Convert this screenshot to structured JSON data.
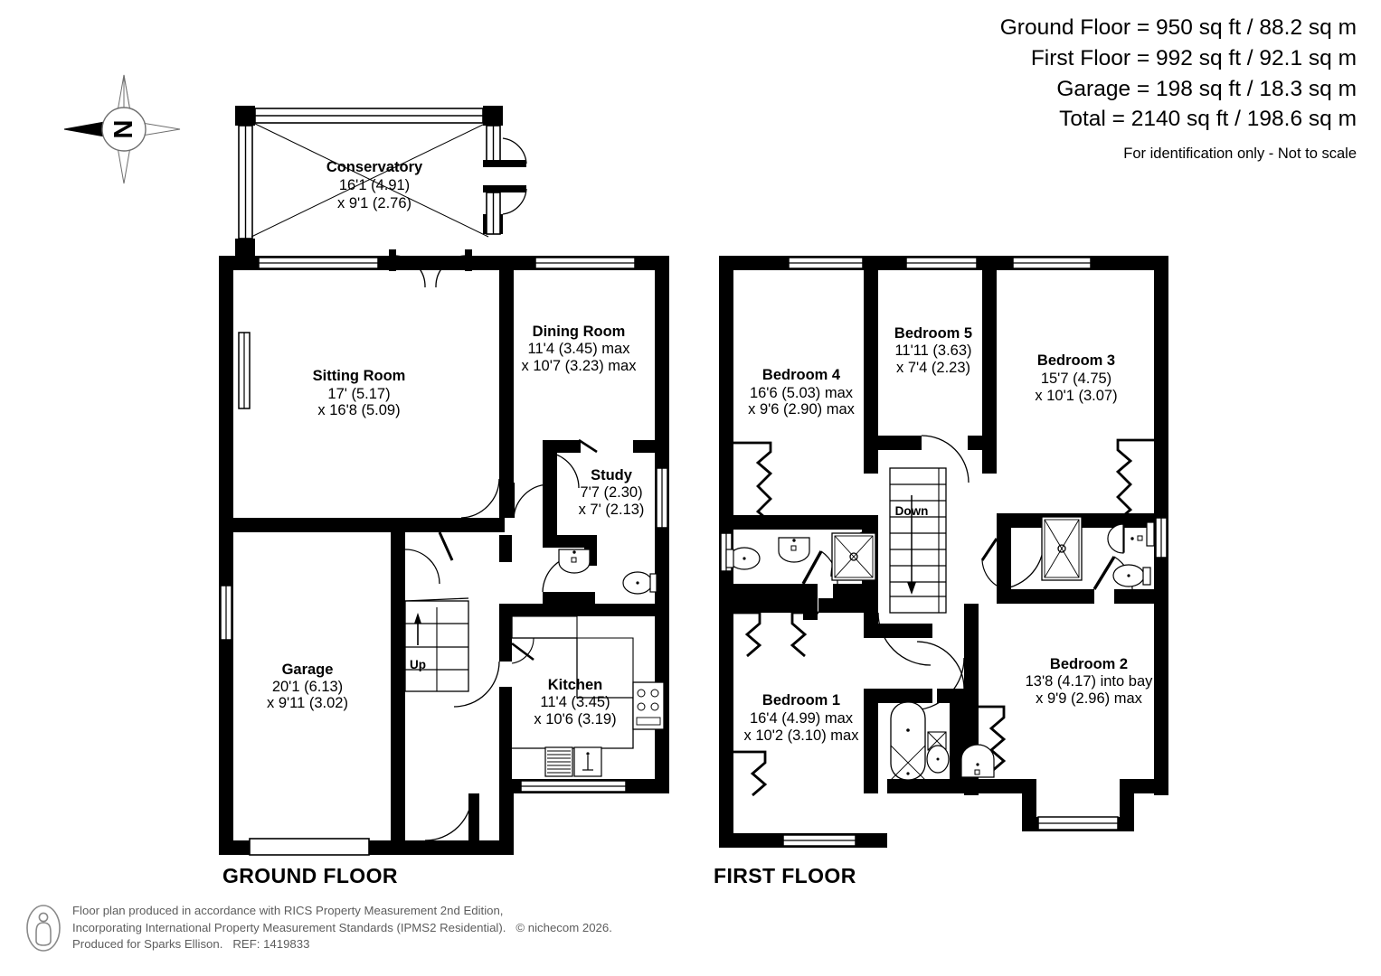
{
  "summary": {
    "lines": [
      "Ground Floor = 950 sq ft / 88.2 sq m",
      "First Floor = 992 sq ft / 92.1 sq m",
      "Garage = 198 sq ft / 18.3 sq m",
      "Total = 2140 sq ft / 198.6 sq m"
    ],
    "note": "For identification only - Not to scale"
  },
  "compass": {
    "label": "N"
  },
  "floors": [
    {
      "id": "ground",
      "caption": "GROUND FLOOR"
    },
    {
      "id": "first",
      "caption": "FIRST FLOOR"
    }
  ],
  "ground_rooms": [
    {
      "name": "Conservatory",
      "dim1": "16'1 (4.91)",
      "dim2": "x 9'1 (2.76)"
    },
    {
      "name": "Sitting Room",
      "dim1": "17' (5.17)",
      "dim2": "x 16'8 (5.09)"
    },
    {
      "name": "Dining Room",
      "dim1": "11'4 (3.45) max",
      "dim2": "x 10'7 (3.23) max"
    },
    {
      "name": "Study",
      "dim1": "7'7 (2.30)",
      "dim2": "x 7' (2.13)"
    },
    {
      "name": "Garage",
      "dim1": "20'1 (6.13)",
      "dim2": "x 9'11 (3.02)"
    },
    {
      "name": "Kitchen",
      "dim1": "11'4 (3.45)",
      "dim2": "x 10'6 (3.19)"
    }
  ],
  "first_rooms": [
    {
      "name": "Bedroom 4",
      "dim1": "16'6 (5.03) max",
      "dim2": "x 9'6 (2.90) max"
    },
    {
      "name": "Bedroom 5",
      "dim1": "11'11 (3.63)",
      "dim2": "x 7'4 (2.23)"
    },
    {
      "name": "Bedroom 3",
      "dim1": "15'7 (4.75)",
      "dim2": "x 10'1 (3.07)"
    },
    {
      "name": "Bedroom 1",
      "dim1": "16'4 (4.99) max",
      "dim2": "x 10'2 (3.10) max"
    },
    {
      "name": "Bedroom 2",
      "dim1": "13'8 (4.17) into bay",
      "dim2": "x 9'9 (2.96) max"
    }
  ],
  "stairs": [
    {
      "id": "ground-up",
      "label": "Up"
    },
    {
      "id": "first-down",
      "label": "Down"
    }
  ],
  "footer": {
    "line1": "Floor plan produced in accordance with RICS Property Measurement 2nd Edition,",
    "line2": "Incorporating International Property Measurement Standards (IPMS2 Residential).   © nichecom 2026.",
    "line3": "Produced for Sparks Ellison.   REF: 1419833"
  },
  "colors": {
    "wall": "#000000",
    "background": "#ffffff",
    "fixture_line": "#000000",
    "footer_text": "#5d5d5d"
  }
}
